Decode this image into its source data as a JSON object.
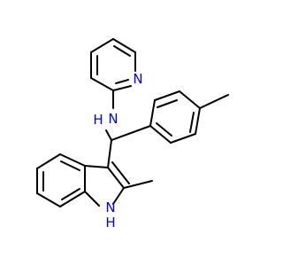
{
  "molecule": {
    "atoms": {
      "pyridine_n": {
        "symbol": "N",
        "color": "#0000ff"
      },
      "amine_nh": {
        "symbol": "N",
        "h": "H",
        "color": "#0000ff"
      },
      "indole_nh": {
        "symbol": "N",
        "h": "H",
        "color": "#0000ff"
      }
    },
    "bond_color": "#000000"
  }
}
